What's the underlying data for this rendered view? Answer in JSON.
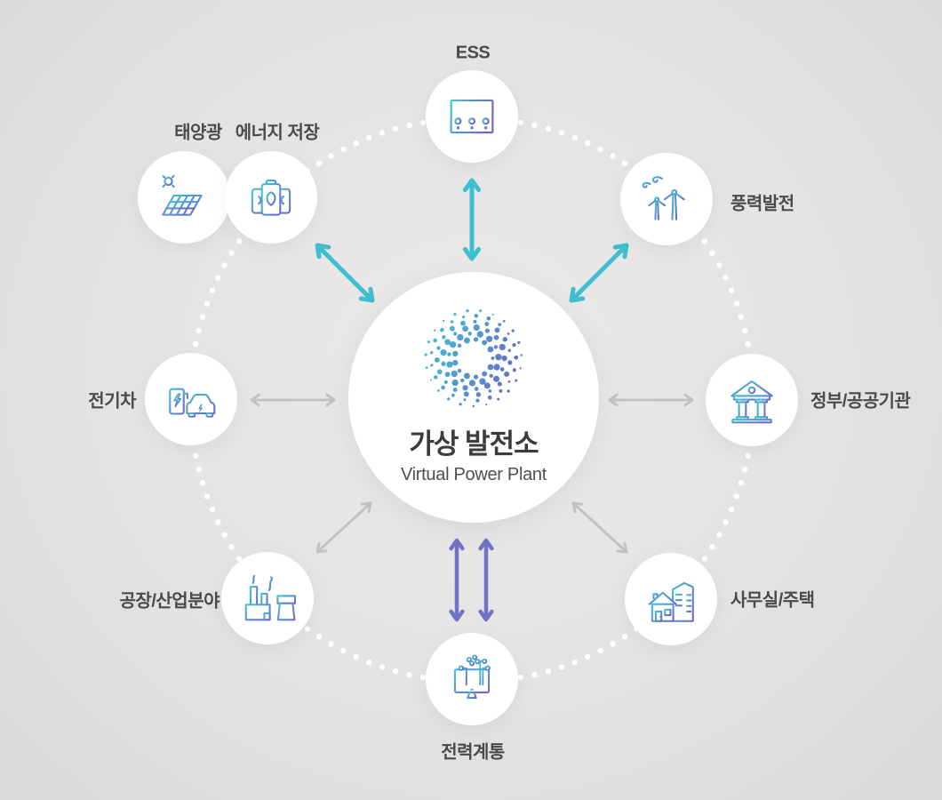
{
  "center": {
    "title": "가상 발전소",
    "subtitle": "Virtual Power Plant"
  },
  "nodes": {
    "ess": {
      "label": "ESS"
    },
    "solar": {
      "label": "태양광"
    },
    "storage": {
      "label": "에너지 저장"
    },
    "wind": {
      "label": "풍력발전"
    },
    "ev": {
      "label": "전기차"
    },
    "gov": {
      "label": "정부/공공기관"
    },
    "factory": {
      "label": "공장/산업분야"
    },
    "office": {
      "label": "사무실/주택"
    },
    "grid": {
      "label": "전력계통"
    }
  },
  "colors": {
    "teal_arrow": "#3fbdd1",
    "purple_arrow": "#7173c9",
    "gray_arrow": "#c3c2c1",
    "icon_teal": "#41c3d6",
    "icon_purple": "#6d64c5",
    "ring_dot": "#ffffff",
    "label_text": "#4a4a4a"
  }
}
